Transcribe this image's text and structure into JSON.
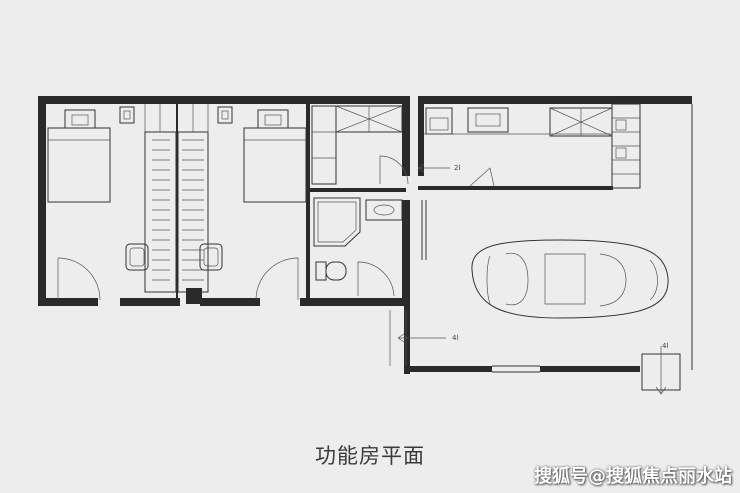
{
  "caption": "功能房平面",
  "watermark": "搜狐号@搜狐焦点丽水站",
  "markers": {
    "top": "2l",
    "left": "4l",
    "right": "4l"
  },
  "colors": {
    "background": "#ededed",
    "line": "#222222"
  }
}
